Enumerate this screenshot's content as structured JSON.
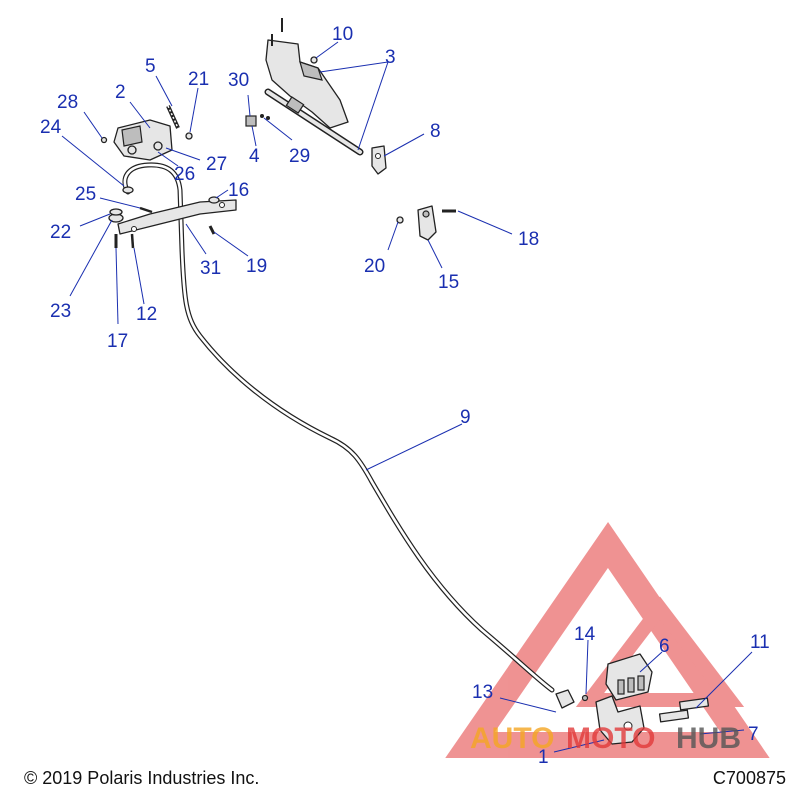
{
  "callouts": [
    {
      "id": "c1",
      "label": "1"
    },
    {
      "id": "c2",
      "label": "2"
    },
    {
      "id": "c3",
      "label": "3"
    },
    {
      "id": "c4",
      "label": "4"
    },
    {
      "id": "c5",
      "label": "5"
    },
    {
      "id": "c6",
      "label": "6"
    },
    {
      "id": "c7",
      "label": "7"
    },
    {
      "id": "c8",
      "label": "8"
    },
    {
      "id": "c9",
      "label": "9"
    },
    {
      "id": "c10",
      "label": "10"
    },
    {
      "id": "c11",
      "label": "11"
    },
    {
      "id": "c12",
      "label": "12"
    },
    {
      "id": "c13",
      "label": "13"
    },
    {
      "id": "c14",
      "label": "14"
    },
    {
      "id": "c15",
      "label": "15"
    },
    {
      "id": "c16",
      "label": "16"
    },
    {
      "id": "c17",
      "label": "17"
    },
    {
      "id": "c18",
      "label": "18"
    },
    {
      "id": "c19",
      "label": "19"
    },
    {
      "id": "c20",
      "label": "20"
    },
    {
      "id": "c21",
      "label": "21"
    },
    {
      "id": "c22",
      "label": "22"
    },
    {
      "id": "c23",
      "label": "23"
    },
    {
      "id": "c24",
      "label": "24"
    },
    {
      "id": "c25",
      "label": "25"
    },
    {
      "id": "c26",
      "label": "26"
    },
    {
      "id": "c27",
      "label": "27"
    },
    {
      "id": "c28",
      "label": "28"
    },
    {
      "id": "c29",
      "label": "29"
    },
    {
      "id": "c30",
      "label": "30"
    },
    {
      "id": "c31",
      "label": "31"
    }
  ],
  "watermark": {
    "part1": "AUTO",
    "part2": "MOTO",
    "part3": "HUB",
    "color_red": "#e23a3a",
    "color_orange": "#f5a623",
    "color_gray": "#555555"
  },
  "footer": {
    "copyright": "© 2019 Polaris Industries Inc.",
    "code": "C700875"
  },
  "colors": {
    "callout": "#1a2fb0",
    "line_art": "#222222"
  }
}
